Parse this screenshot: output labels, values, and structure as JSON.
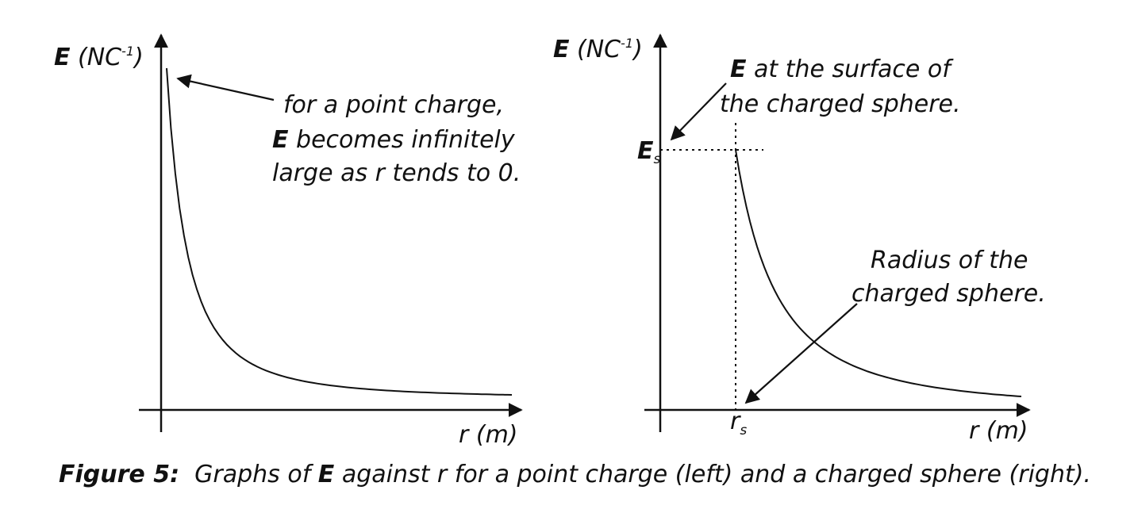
{
  "left_graph": {
    "y_axis": {
      "symbol": "E",
      "unit_open": " (NC",
      "unit_exp": "-1",
      "unit_close": ")"
    },
    "x_axis": {
      "label": "r (m)"
    },
    "annotation": {
      "line1": "for a point charge,",
      "line2_bold": "E",
      "line2_rest": " becomes infinitely",
      "line3": "large as r tends to 0."
    }
  },
  "right_graph": {
    "y_axis": {
      "symbol": "E",
      "unit_open": " (NC",
      "unit_exp": "-1",
      "unit_close": ")"
    },
    "x_axis": {
      "label": "r (m)"
    },
    "surface_value": {
      "symbol": "E",
      "subscript": "s"
    },
    "radius": {
      "symbol": "r",
      "subscript": "s"
    },
    "annotation_surface": {
      "line1_bold": "E",
      "line1_rest": " at the surface of",
      "line2": "the charged sphere."
    },
    "annotation_radius": {
      "line1": "Radius of the",
      "line2": "charged sphere."
    }
  },
  "caption": {
    "label": "Figure 5:",
    "text_pre": "  Graphs of ",
    "text_bold": "E",
    "text_post": " against r for a point charge (left) and a charged sphere (right)."
  },
  "colors": {
    "line": "#111111",
    "background": "#ffffff"
  }
}
